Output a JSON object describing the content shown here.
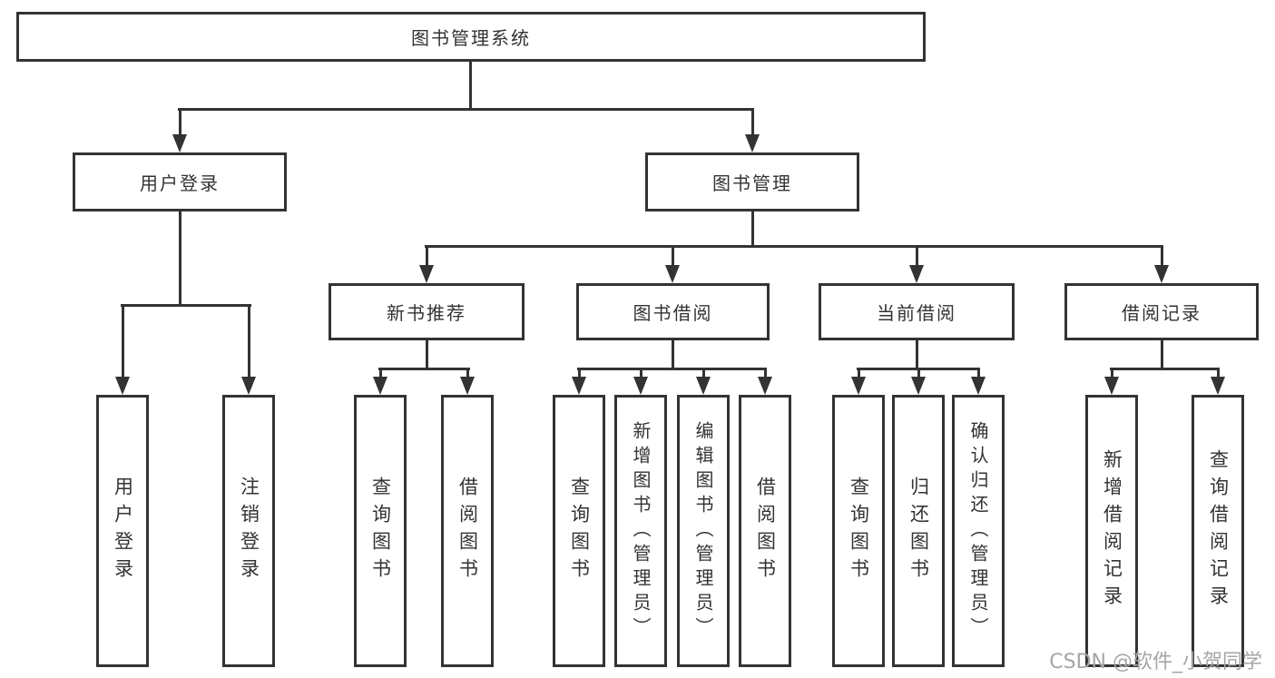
{
  "tree": {
    "root": "图书管理系统",
    "level2": {
      "user_login": "用户登录",
      "book_mgmt": "图书管理"
    },
    "level3": {
      "new_book_rec": "新书推荐",
      "book_borrow": "图书借阅",
      "current_borrow": "当前借阅",
      "borrow_records": "借阅记录"
    },
    "leaves": {
      "user_login": [
        "用户登录",
        "注销登录"
      ],
      "new_book_rec": [
        "查询图书",
        "借阅图书"
      ],
      "book_borrow": [
        "查询图书",
        "新增图书（管理员）",
        "编辑图书（管理员）",
        "借阅图书"
      ],
      "current_borrow": [
        "查询图书",
        "归还图书",
        "确认归还（管理员）"
      ],
      "borrow_records": [
        "新增借阅记录",
        "查询借阅记录"
      ]
    }
  },
  "watermark": "CSDN @软件_小贺同学",
  "colors": {
    "line": "#333333",
    "text": "#333333",
    "watermark": "#a6a6a6",
    "background": "#ffffff"
  }
}
